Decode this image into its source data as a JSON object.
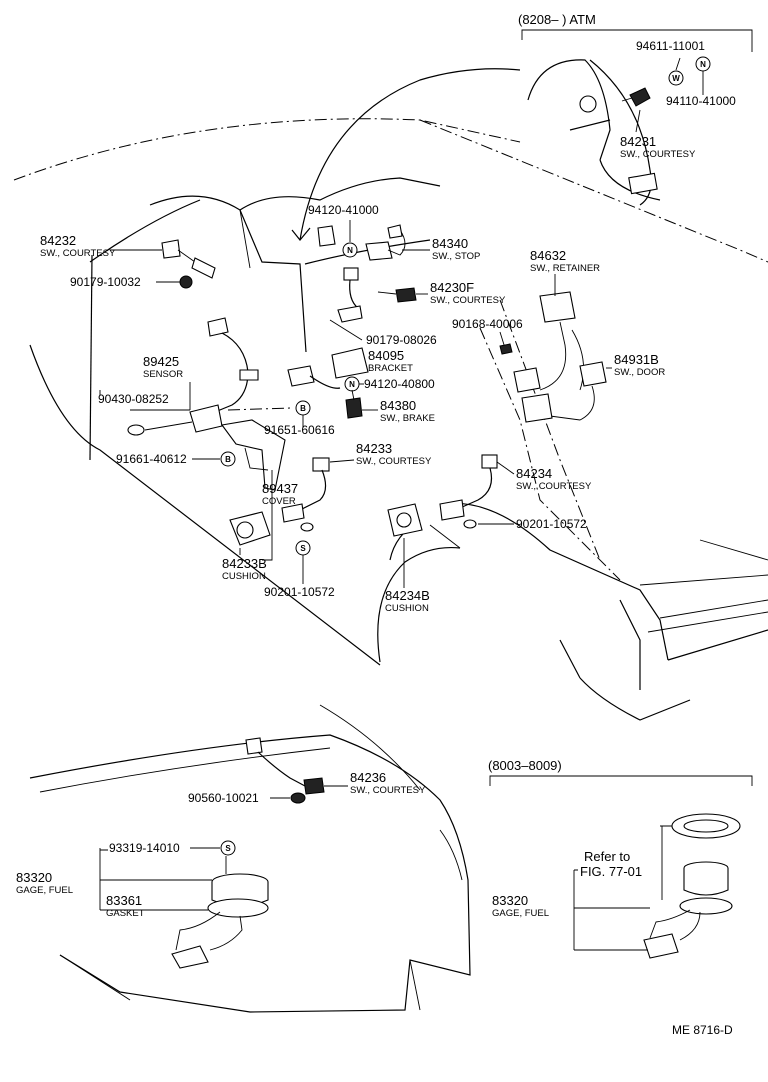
{
  "headers": {
    "atm": "(8208–        ) ATM",
    "fuel_range": "(8003–8009)",
    "refer_line1": "Refer to",
    "refer_line2": "FIG. 77-01",
    "figure_code": "ME  8716-D"
  },
  "callouts": {
    "p94611": "94611-11001",
    "p94110": "94110-41000",
    "p84231": "84231",
    "d84231": "SW., COURTESY",
    "p94120a": "94120-41000",
    "p84340": "84340",
    "d84340": "SW., STOP",
    "p84232": "84232",
    "d84232": "SW., COURTESY",
    "p90179a": "90179-10032",
    "p84230F": "84230F",
    "d84230F": "SW., COURTESY",
    "p84632": "84632",
    "d84632": "SW., RETAINER",
    "p90168": "90168-40006",
    "p90179b": "90179-08026",
    "p84095": "84095",
    "d84095": "BRACKET",
    "p94120b": "94120-40800",
    "p84931B": "84931B",
    "d84931B": "SW., DOOR",
    "p89425": "89425",
    "d89425": "SENSOR",
    "p90430": "90430-08252",
    "p84380": "84380",
    "d84380": "SW., BRAKE",
    "p91651": "91651-60616",
    "p84233": "84233",
    "d84233": "SW., COURTESY",
    "p91661": "91661-40612",
    "p84234": "84234",
    "d84234": "SW., COURTESY",
    "p89437": "89437",
    "d89437": "COVER",
    "p90201a": "90201-10572",
    "p84233B": "84233B",
    "d84233B": "CUSHION",
    "p90201b": "90201-10572",
    "p84234B": "84234B",
    "d84234B": "CUSHION",
    "p84236": "84236",
    "d84236": "SW., COURTESY",
    "p90560": "90560-10021",
    "p93319": "93319-14010",
    "p83320a": "83320",
    "d83320a": "GAGE, FUEL",
    "p83361": "83361",
    "d83361": "GASKET",
    "p83320b": "83320",
    "d83320b": "GAGE, FUEL"
  },
  "markers": {
    "w": "W",
    "n": "N",
    "b": "B",
    "s": "S"
  }
}
